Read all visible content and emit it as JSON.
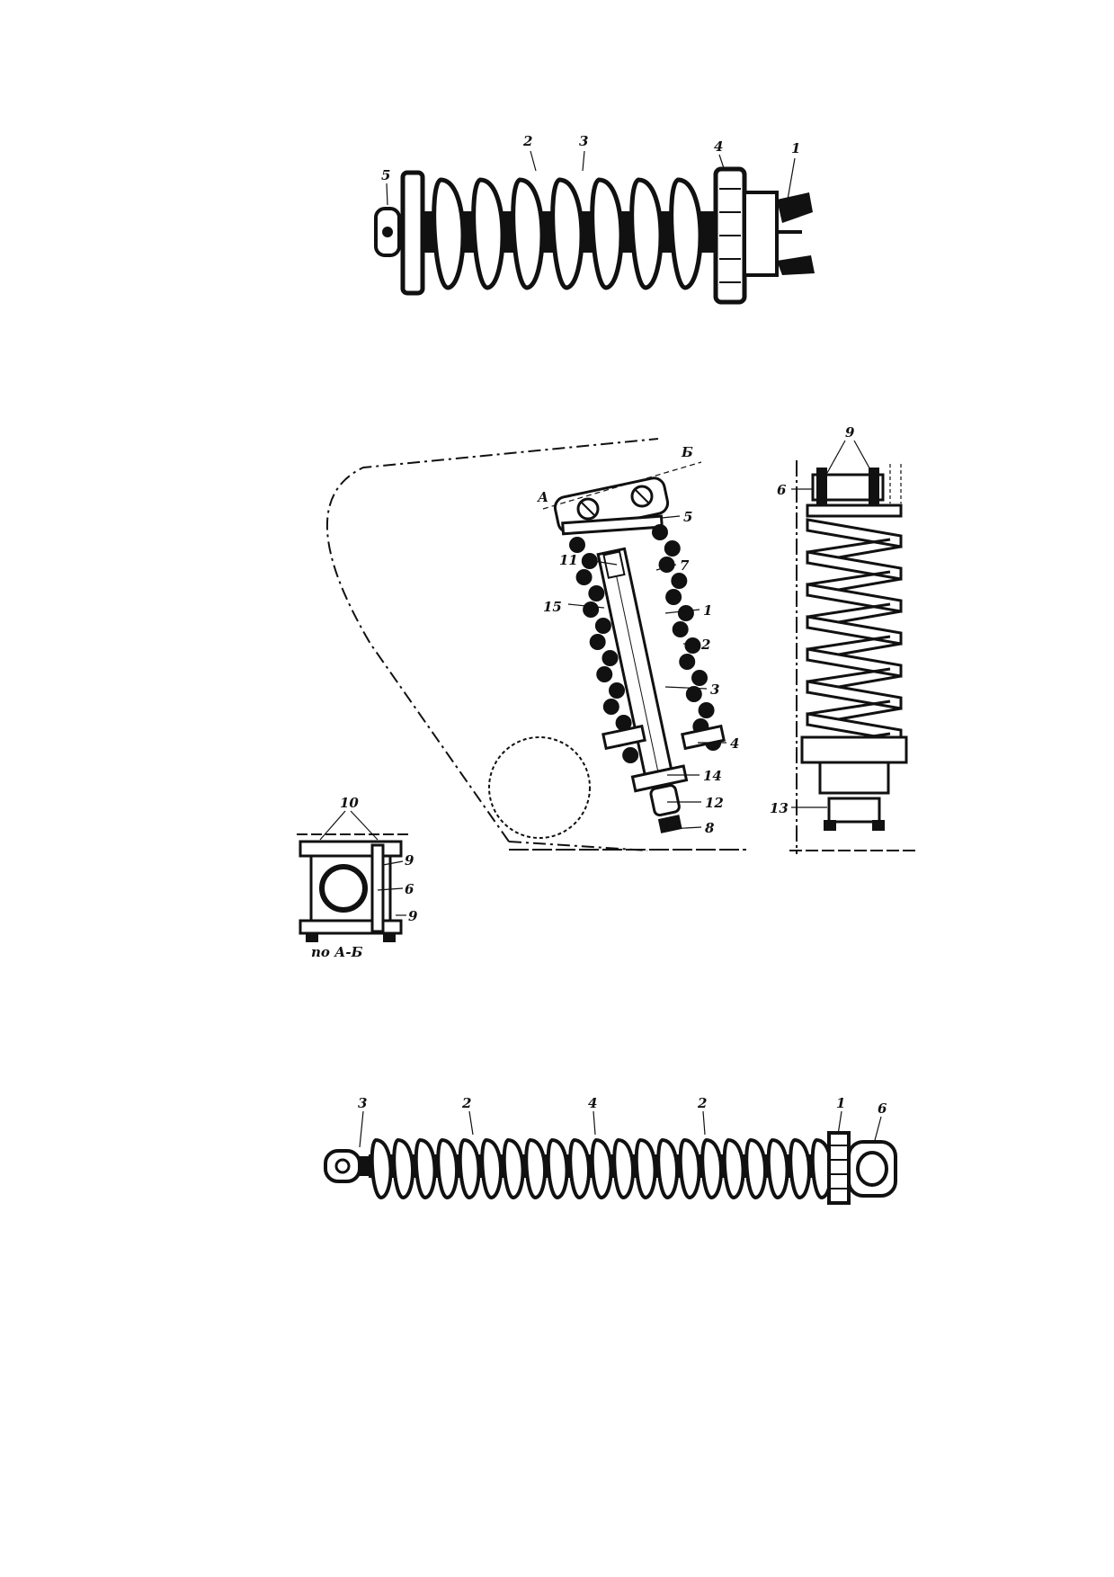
{
  "figure1": {
    "callouts": [
      "5",
      "2",
      "3",
      "4",
      "1"
    ]
  },
  "figure2": {
    "callouts_side": [
      "5",
      "11",
      "7",
      "15",
      "1",
      "2",
      "3",
      "4",
      "14",
      "12",
      "8"
    ],
    "callouts_section": [
      "10",
      "9",
      "6",
      "9"
    ],
    "section_label": "по А-Б",
    "section_marks": [
      "А",
      "Б"
    ],
    "callouts_front": [
      "9",
      "6",
      "13"
    ]
  },
  "figure3": {
    "callouts": [
      "3",
      "2",
      "4",
      "2",
      "1",
      "6"
    ]
  }
}
